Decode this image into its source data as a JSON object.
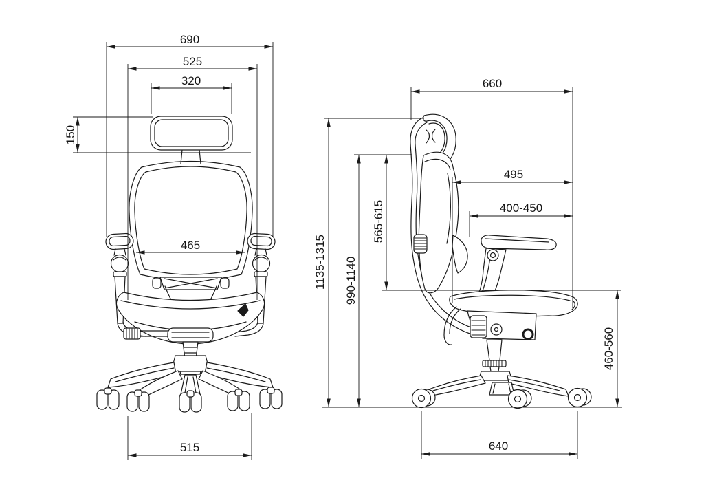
{
  "views": {
    "front": {
      "dims": {
        "overall_width": "690",
        "backrest_outer_width": "525",
        "headrest_width": "320",
        "headrest_height_range": "150",
        "backrest_width": "465",
        "base_width": "515"
      }
    },
    "side": {
      "dims": {
        "overall_depth": "660",
        "back_to_front_depth": "495",
        "seat_depth_range": "400-450",
        "backrest_height_range": "565-615",
        "overall_height_range": "1135-1315",
        "backrest_top_height_range": "990-1140",
        "seat_height_range": "460-560",
        "base_depth": "640"
      }
    }
  }
}
